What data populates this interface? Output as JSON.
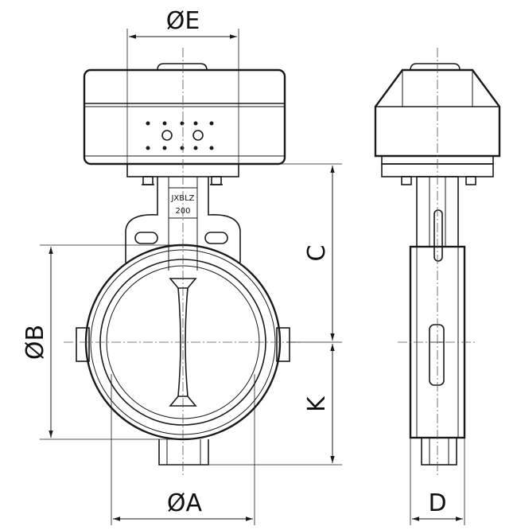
{
  "dimensions": {
    "e": "ØE",
    "b": "ØB",
    "a": "ØA",
    "c": "C",
    "k": "K",
    "d": "D"
  },
  "nameplate": {
    "line1": "JXBLZ",
    "line2": "200"
  }
}
